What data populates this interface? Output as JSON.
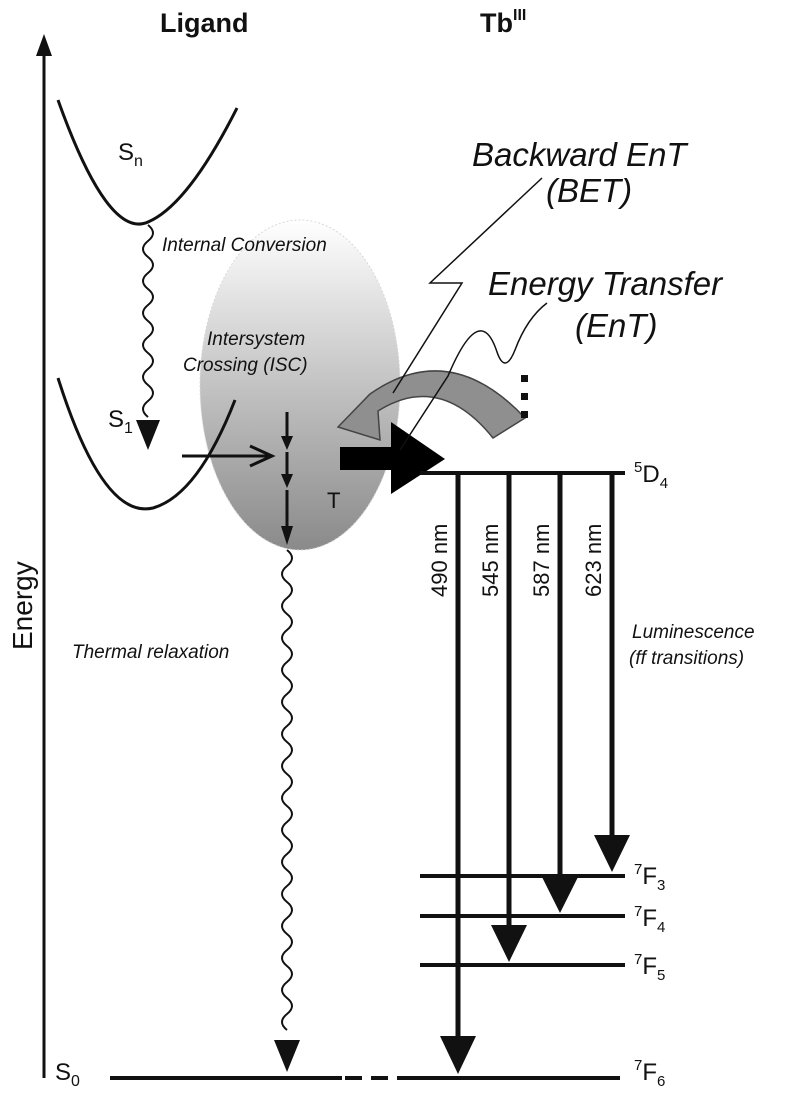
{
  "headers": {
    "ligand": "Ligand",
    "metal_base": "Tb",
    "metal_sup": "III"
  },
  "axis": {
    "label": "Energy"
  },
  "ligand_states": {
    "sn_base": "S",
    "sn_sub": "n",
    "s1_base": "S",
    "s1_sub": "1",
    "t": "T",
    "s0_base": "S",
    "s0_sub": "0"
  },
  "processes": {
    "internal_conversion": "Internal Conversion",
    "isc_line1": "Intersystem",
    "isc_line2": "Crossing (ISC)",
    "bet_line1": "Backward EnT",
    "bet_line2": "(BET)",
    "ent_line1": "Energy Transfer",
    "ent_line2": "(EnT)",
    "thermal": "Thermal relaxation",
    "lum_line1": "Luminescence",
    "lum_line2": "(ff transitions)"
  },
  "levels": {
    "d4": {
      "sup": "5",
      "base": "D",
      "sub": "4"
    },
    "f3": {
      "sup": "7",
      "base": "F",
      "sub": "3"
    },
    "f4": {
      "sup": "7",
      "base": "F",
      "sub": "4"
    },
    "f5": {
      "sup": "7",
      "base": "F",
      "sub": "5"
    },
    "f6": {
      "sup": "7",
      "base": "F",
      "sub": "6"
    }
  },
  "transitions": [
    "490 nm",
    "545 nm",
    "587 nm",
    "623 nm"
  ]
}
